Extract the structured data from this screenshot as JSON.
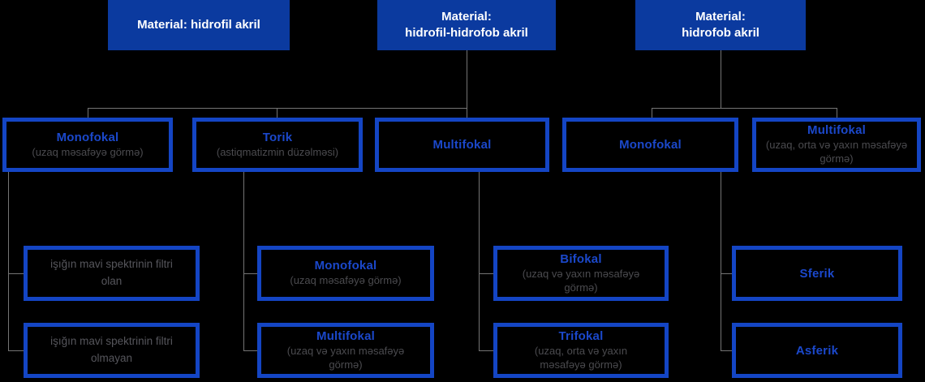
{
  "diagram": {
    "colors": {
      "background": "#000000",
      "material_box_fill": "#0b3a9f",
      "node_border_blue": "#1445c4",
      "title_text_blue": "#1b48cb",
      "subtitle_gray": "#4b4b4f",
      "connector_gray": "#747474",
      "material_text": "#ffffff"
    },
    "materials": [
      {
        "lines": [
          "Material: hidrofil akril"
        ]
      },
      {
        "lines": [
          "Material:",
          "hidrofil-hidrofob akril"
        ]
      },
      {
        "lines": [
          "Material:",
          "hidrofob akril"
        ]
      }
    ],
    "types": [
      {
        "title": "Monofokal",
        "subtitle": "(uzaq məsafəyə görmə)"
      },
      {
        "title": "Torik",
        "subtitle": "(astiqmatizmin düzəlməsi)"
      },
      {
        "title": "Multifokal",
        "subtitle": ""
      },
      {
        "title": "Monofokal",
        "subtitle": ""
      },
      {
        "title": "Multifokal",
        "subtitle": "(uzaq, orta və yaxın məsafəyə görmə)"
      }
    ],
    "level3": [
      {
        "text": "işığın mavi spektrinin filtri olan"
      },
      {
        "title": "Monofokal",
        "subtitle": "(uzaq məsafəyə görmə)"
      },
      {
        "title": "Bifokal",
        "subtitle": "(uzaq və yaxın məsafəyə görmə)"
      },
      {
        "title": "Sferik",
        "subtitle": ""
      }
    ],
    "level4": [
      {
        "text": "işığın mavi spektrinin filtri olmayan"
      },
      {
        "title": "Multifokal",
        "subtitle": "(uzaq və yaxın məsafəyə görmə)"
      },
      {
        "title": "Trifokal",
        "subtitle": "(uzaq, orta və yaxın məsafəyə görmə)"
      },
      {
        "title": "Asferik",
        "subtitle": ""
      }
    ]
  }
}
